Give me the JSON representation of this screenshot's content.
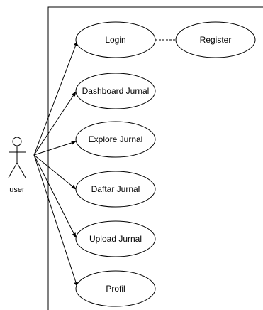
{
  "actor": {
    "label": "user"
  },
  "use_cases": {
    "login": "Login",
    "register": "Register",
    "dashboard": "Dashboard Jurnal",
    "explore": "Explore Jurnal",
    "daftar": "Daftar Jurnal",
    "upload": "Upload Jurnal",
    "profil": "Profil"
  },
  "colors": {
    "stroke": "#000000",
    "fill": "#ffffff"
  }
}
